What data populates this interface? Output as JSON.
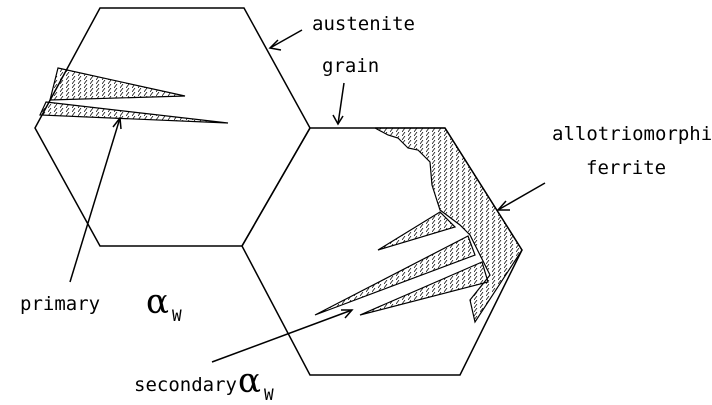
{
  "labels": {
    "austenite_line1": "austenite",
    "austenite_line2": "grain",
    "allotrio_line1": "allotriomorphic",
    "allotrio_line2": "ferrite",
    "primary": "primary",
    "secondary": "secondary",
    "alpha": "α",
    "subscript": "W"
  },
  "colors": {
    "line": "#000000",
    "background": "#ffffff"
  }
}
